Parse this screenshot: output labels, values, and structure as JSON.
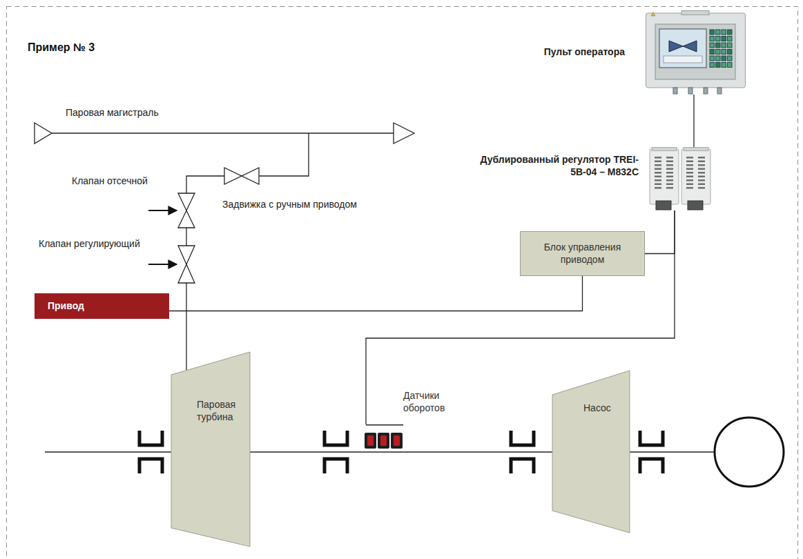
{
  "diagram": {
    "title": "Пример № 3",
    "nodes": [
      {
        "text": [
          "Пульт оператора"
        ]
      },
      {
        "text": [
          "Дублированный регулятор TREI-5B-04 – M832C"
        ]
      },
      {
        "text": [
          "Блок управления приводом"
        ]
      },
      {
        "text": [
          "Привод"
        ]
      },
      {
        "text": [
          "Паровая турбина"
        ]
      },
      {
        "text": [
          "Датчики оборотов"
        ]
      },
      {
        "text": [
          "Насос"
        ]
      }
    ],
    "edges": [
      {
        "from": 0,
        "to": 1,
        "arrow": "none"
      },
      {
        "from": 1,
        "to": 2,
        "arrow": "none"
      },
      {
        "from": 1,
        "to": 5,
        "arrow": "none"
      },
      {
        "from": 2,
        "to": 3,
        "arrow": "none"
      }
    ],
    "labels": [
      "Паровая магистраль",
      "Клапан отсечной",
      "Задвижка с ручным приводом",
      "Клапан регулирующий"
    ]
  }
}
